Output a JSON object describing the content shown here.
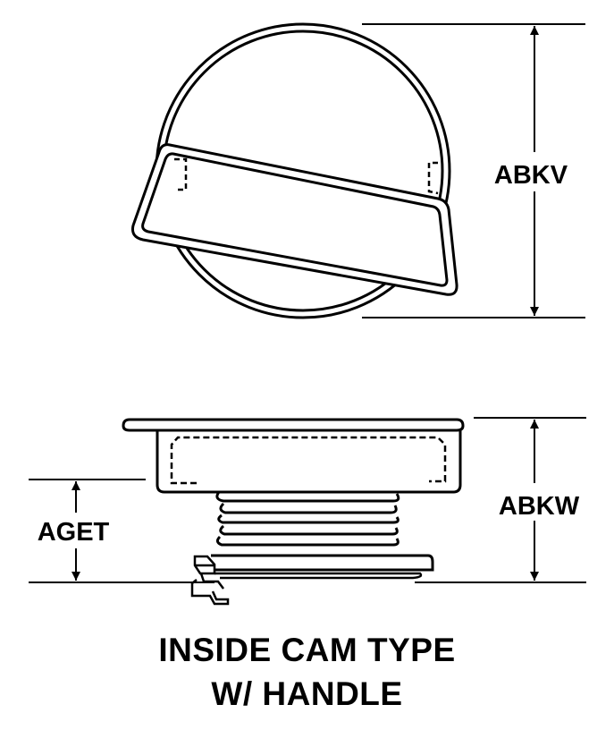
{
  "labels": {
    "abkv": "ABKV",
    "abkw": "ABKW",
    "aget": "AGET"
  },
  "caption": {
    "line1": "INSIDE CAM TYPE",
    "line2": "W/ HANDLE"
  },
  "colors": {
    "ink": "#000000",
    "paper": "#ffffff"
  }
}
